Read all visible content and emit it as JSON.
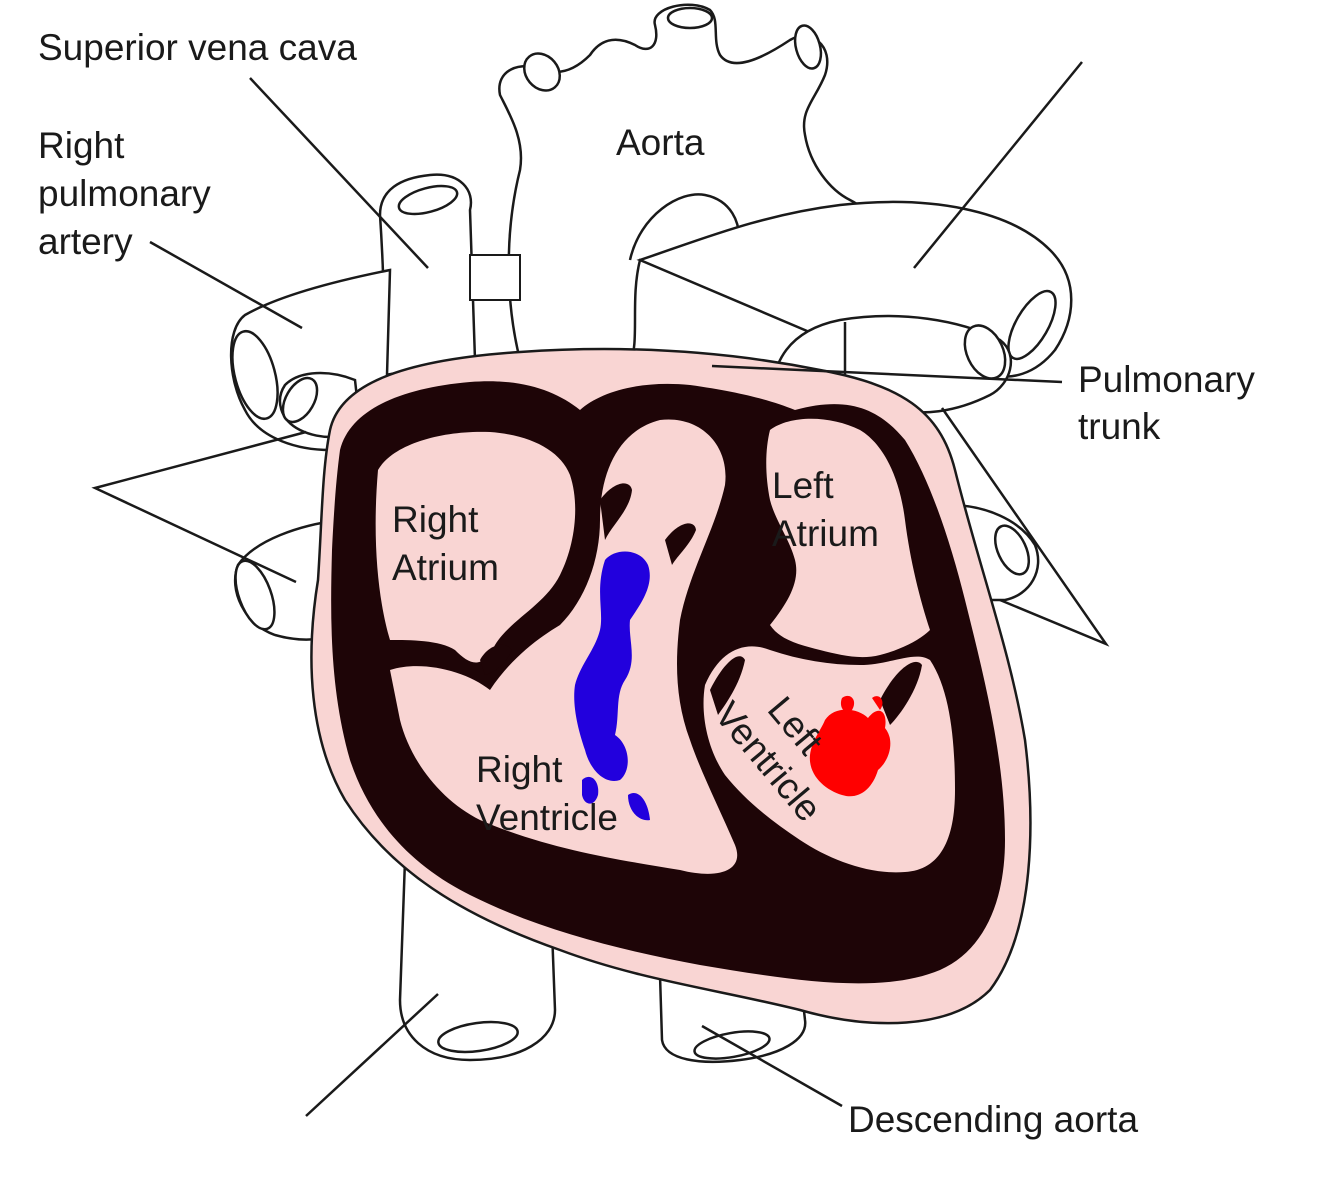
{
  "labels": {
    "superior_vena_cava": "Superior vena cava",
    "right_pulmonary_artery": [
      "Right",
      "pulmonary",
      "artery"
    ],
    "aorta": "Aorta",
    "pulmonary_trunk": [
      "Pulmonary",
      "trunk"
    ],
    "right_atrium": [
      "Right",
      "Atrium"
    ],
    "left_atrium": [
      "Left",
      "Atrium"
    ],
    "right_ventricle": [
      "Right",
      "Ventricle"
    ],
    "left_ventricle": [
      "Left",
      "Ventricle"
    ],
    "descending_aorta": "Descending aorta"
  },
  "colors": {
    "pericardium": "#f9d5d3",
    "myocardium": "#1e0507",
    "chamber": "#f9d5d3",
    "right_ventricle_highlight": "#2200dd",
    "left_ventricle_highlight": "#ff0000",
    "outline": "#1a1a1a"
  }
}
